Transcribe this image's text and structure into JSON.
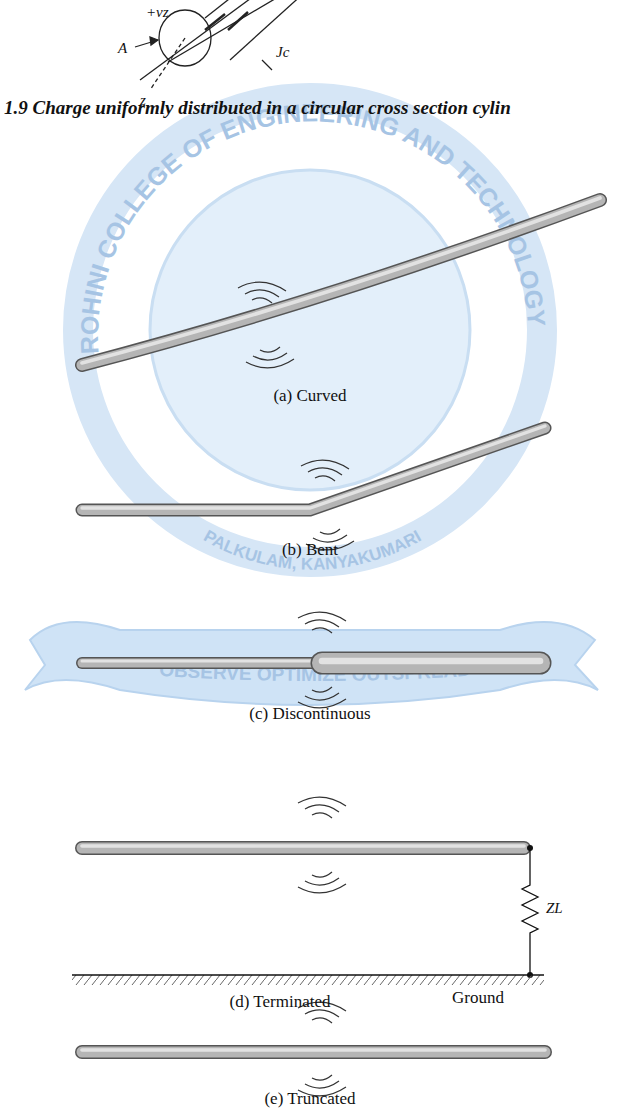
{
  "diagram": {
    "caption": "1.9 Charge uniformly distributed in a circular cross section cylin",
    "labels": [
      "+vz",
      "A",
      "z",
      "Jc",
      "ROHINI COLLEGE OF ENGINEERING AND TECHNOLOGY",
      "PALKULAM, KANYAKUMARI",
      "OBSERVE OPTIMIZE OUTSPREAD",
      "(a) Curved",
      "(b) Bent",
      "(c) Discontinuous",
      "ZL",
      "Ground",
      "(d) Terminated",
      "(e) Truncated"
    ]
  }
}
